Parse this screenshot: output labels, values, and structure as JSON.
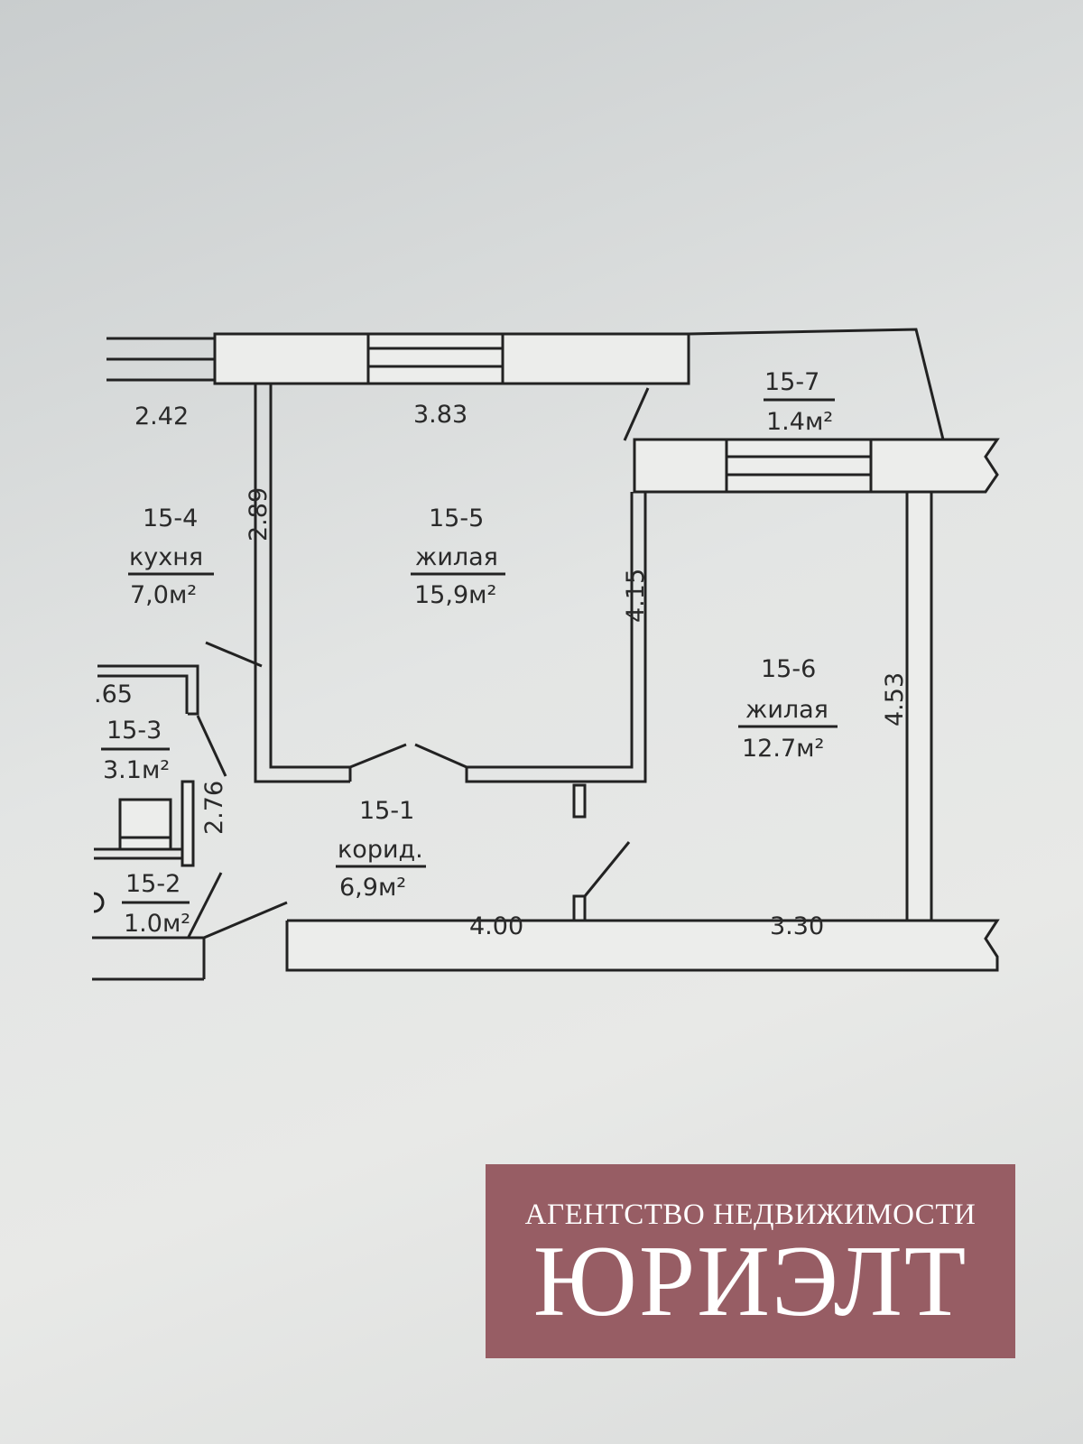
{
  "plan": {
    "rooms": [
      {
        "id": "15-1",
        "type": "корид.",
        "area": "6,9м²"
      },
      {
        "id": "15-2",
        "type": "",
        "area": "1.0м²"
      },
      {
        "id": "15-3",
        "type": "",
        "area": "3.1м²"
      },
      {
        "id": "15-4",
        "type": "кухня",
        "area": "7,0м²"
      },
      {
        "id": "15-5",
        "type": "жилая",
        "area": "15,9м²"
      },
      {
        "id": "15-6",
        "type": "жилая",
        "area": "12.7м²"
      },
      {
        "id": "15-7",
        "type": "",
        "area": "1.4м²"
      }
    ],
    "dimensions": {
      "d1": "2.42",
      "d2": "3.83",
      "d3": "2.89",
      "d4": "4.15",
      "d5": "4.53",
      "d6": ".65",
      "d7": "2.76",
      "d8": "4.00",
      "d9": "3.30"
    }
  },
  "watermark": {
    "line1": "АГЕНТСТВО НЕДВИЖИМОСТИ",
    "line2": "ЮРИЭЛТ",
    "color": "#975d64"
  }
}
